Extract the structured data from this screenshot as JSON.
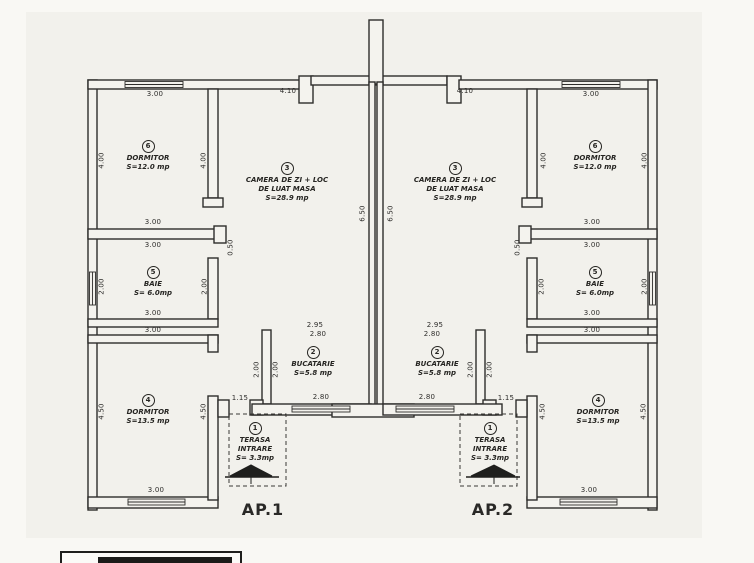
{
  "apartments": {
    "ap1": "AP.1",
    "ap2": "AP.2"
  },
  "rooms": {
    "terrace": {
      "num": "1",
      "line1": "TERASA",
      "line2": "INTRARE",
      "area": "S= 3.3mp"
    },
    "kitchen": {
      "num": "2",
      "name": "BUCATARIE",
      "area": "S=5.8 mp"
    },
    "living": {
      "num": "3",
      "line1": "CAMERA DE ZI + LOC",
      "line2": "DE LUAT MASA",
      "area": "S=28.9 mp"
    },
    "bedroom_large": {
      "num": "4",
      "name": "DORMITOR",
      "area": "S=13.5 mp"
    },
    "bath": {
      "num": "5",
      "name": "BAIE",
      "area": "S= 6.0mp"
    },
    "bedroom_small": {
      "num": "6",
      "name": "DORMITOR",
      "area": "S=12.0 mp"
    }
  },
  "dims": {
    "d050": "0.50",
    "d115": "1.15",
    "d200": "2.00",
    "d280": "2.80",
    "d295": "2.95",
    "d300": "3.00",
    "d400": "4.00",
    "d410": "4.10",
    "d450": "4.50",
    "d650": "6.50"
  },
  "colors": {
    "ink": "#2e2d2b",
    "paper": "#f2f1ec"
  }
}
